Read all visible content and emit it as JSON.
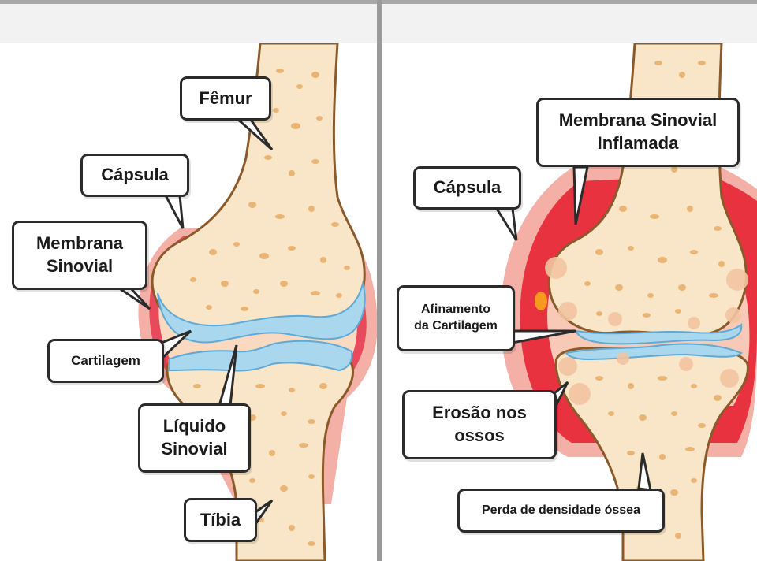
{
  "colors": {
    "bone": "#f9e6c8",
    "bone_outline": "#8a5a2b",
    "bone_spots": "#e9b574",
    "cartilage": "#a9d8ee",
    "cartilage_edge": "#5ea9d6",
    "capsule": "#f4b0a6",
    "membrane": "#e84a5c",
    "inflamed": "#e8323f",
    "divider": "#9a9a9a",
    "header_band": "#f2f2f2"
  },
  "left_panel": {
    "labels": {
      "femur": "Fêmur",
      "capsula": "Cápsula",
      "membrana": "Membrana\nSinovial",
      "cartilagem": "Cartilagem",
      "liquido": "Líquido\nSinovial",
      "tibia": "Tíbia"
    }
  },
  "right_panel": {
    "labels": {
      "membrana_inflamada": "Membrana Sinovial\nInflamada",
      "capsula": "Cápsula",
      "afinamento": "Afinamento\nda Cartilagem",
      "erosao": "Erosão nos\nossos",
      "perda": "Perda de densidade óssea"
    }
  }
}
